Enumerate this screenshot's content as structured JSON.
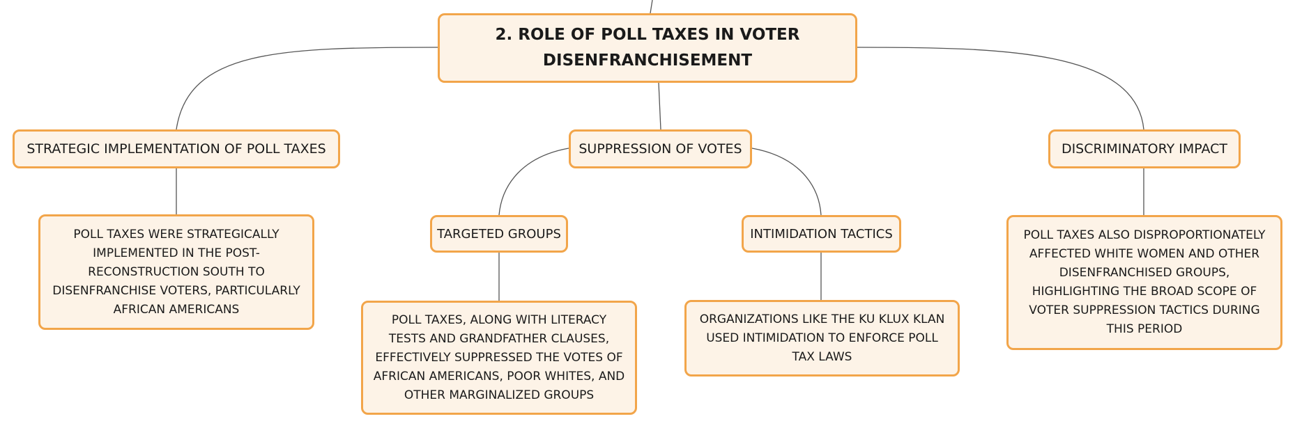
{
  "root": {
    "title": "2. ROLE OF POLL TAXES IN VOTER DISENFRANCHISEMENT"
  },
  "branches": [
    {
      "label": "STRATEGIC IMPLEMENTATION OF POLL TAXES",
      "detail": "POLL TAXES WERE STRATEGICALLY IMPLEMENTED IN THE POST-RECONSTRUCTION SOUTH TO DISENFRANCHISE VOTERS, PARTICULARLY AFRICAN AMERICANS"
    },
    {
      "label": "SUPPRESSION OF VOTES",
      "children": [
        {
          "label": "TARGETED GROUPS",
          "detail": "POLL TAXES, ALONG WITH LITERACY TESTS AND GRANDFATHER CLAUSES, EFFECTIVELY SUPPRESSED THE VOTES OF AFRICAN AMERICANS, POOR WHITES, AND OTHER MARGINALIZED GROUPS"
        },
        {
          "label": "INTIMIDATION TACTICS",
          "detail": "ORGANIZATIONS LIKE THE KU KLUX KLAN USED INTIMIDATION TO ENFORCE POLL TAX LAWS"
        }
      ]
    },
    {
      "label": "DISCRIMINATORY IMPACT",
      "detail": "POLL TAXES ALSO DISPROPORTIONATELY AFFECTED WHITE WOMEN AND OTHER DISENFRANCHISED GROUPS, HIGHLIGHTING THE BROAD SCOPE OF VOTER SUPPRESSION TACTICS DURING THIS PERIOD"
    }
  ],
  "colors": {
    "node_fill": "#fdf3e7",
    "node_border": "#f2a54a",
    "connector": "#555555",
    "text": "#1a1a1a"
  }
}
